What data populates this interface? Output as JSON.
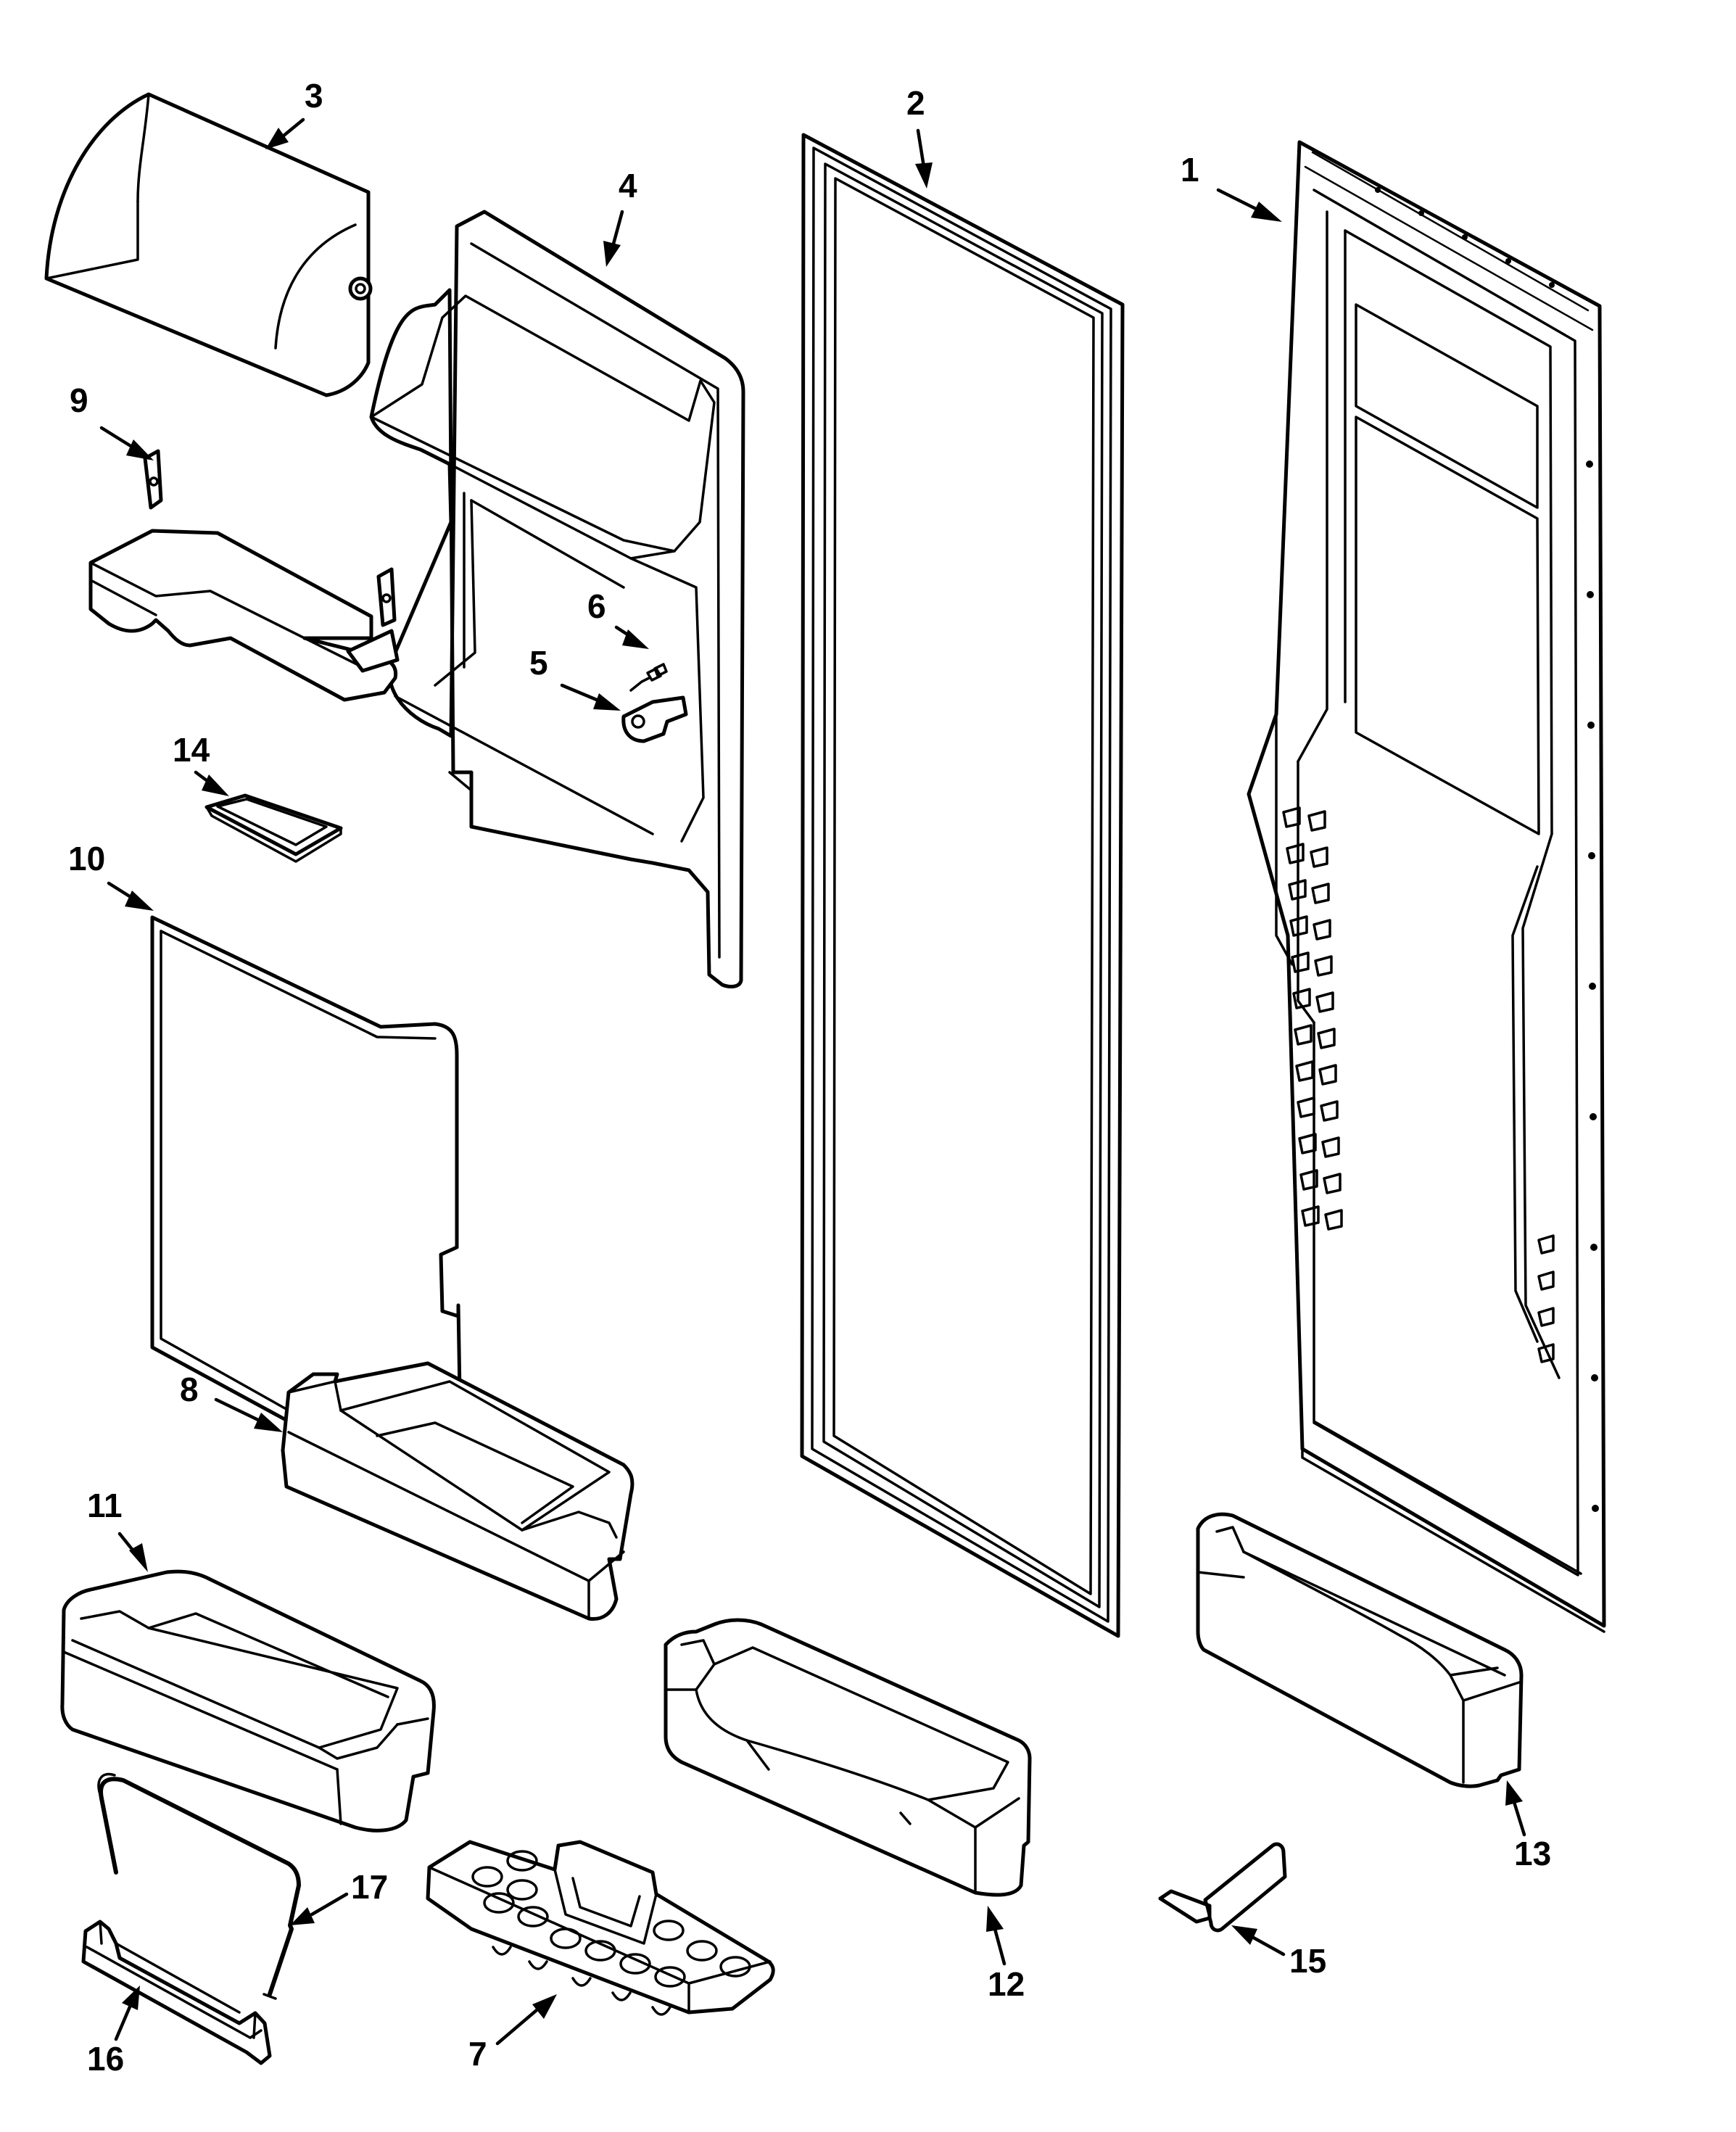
{
  "diagram": {
    "type": "exploded-parts-diagram",
    "callouts": [
      {
        "id": "callout-1",
        "text": "1"
      },
      {
        "id": "callout-2",
        "text": "2"
      },
      {
        "id": "callout-3",
        "text": "3"
      },
      {
        "id": "callout-4",
        "text": "4"
      },
      {
        "id": "callout-5",
        "text": "5"
      },
      {
        "id": "callout-6",
        "text": "6"
      },
      {
        "id": "callout-7",
        "text": "7"
      },
      {
        "id": "callout-8",
        "text": "8"
      },
      {
        "id": "callout-9",
        "text": "9"
      },
      {
        "id": "callout-10",
        "text": "10"
      },
      {
        "id": "callout-11",
        "text": "11"
      },
      {
        "id": "callout-12",
        "text": "12"
      },
      {
        "id": "callout-13",
        "text": "13"
      },
      {
        "id": "callout-14",
        "text": "14"
      },
      {
        "id": "callout-15",
        "text": "15"
      },
      {
        "id": "callout-16",
        "text": "16"
      },
      {
        "id": "callout-17",
        "text": "17"
      }
    ],
    "colors": {
      "line": "#000000",
      "background": "#ffffff"
    }
  }
}
